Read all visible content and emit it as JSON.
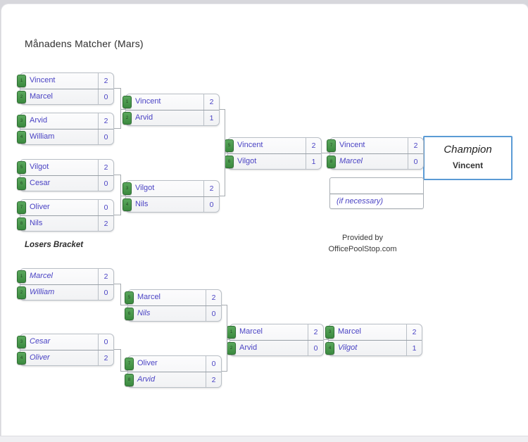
{
  "page": {
    "title": "Månadens Matcher (Mars)",
    "losers_bracket_label": "Losers Bracket",
    "provided_by_line1": "Provided by",
    "provided_by_line2": "OfficePoolStop.com",
    "champion_label": "Champion",
    "champion_name": "Vincent",
    "if_necessary_label": "(if necessary)"
  },
  "colors": {
    "seed_tab_green": "#3b8a3f",
    "player_text": "#4a43c4",
    "champion_border": "#5b9bd5",
    "connector": "#a6abb0"
  },
  "matches": [
    {
      "id": "w1",
      "bracket": "winners",
      "round": 1,
      "slots": [
        {
          "tag": "1",
          "name": "Vincent",
          "score": "2",
          "from_losers": false
        },
        {
          "tag": "2",
          "name": "Marcel",
          "score": "0",
          "from_losers": false
        }
      ]
    },
    {
      "id": "w2",
      "bracket": "winners",
      "round": 1,
      "slots": [
        {
          "tag": "3",
          "name": "Arvid",
          "score": "2",
          "from_losers": false
        },
        {
          "tag": "4",
          "name": "William",
          "score": "0",
          "from_losers": false
        }
      ]
    },
    {
      "id": "w3",
      "bracket": "winners",
      "round": 1,
      "slots": [
        {
          "tag": "5",
          "name": "Vilgot",
          "score": "2",
          "from_losers": false
        },
        {
          "tag": "6",
          "name": "Cesar",
          "score": "0",
          "from_losers": false
        }
      ]
    },
    {
      "id": "w4",
      "bracket": "winners",
      "round": 1,
      "slots": [
        {
          "tag": "7",
          "name": "Oliver",
          "score": "0",
          "from_losers": false
        },
        {
          "tag": "8",
          "name": "Nils",
          "score": "2",
          "from_losers": false
        }
      ]
    },
    {
      "id": "w5",
      "bracket": "winners",
      "round": 2,
      "slots": [
        {
          "tag": "1",
          "name": "Vincent",
          "score": "2",
          "from_losers": false
        },
        {
          "tag": "2",
          "name": "Arvid",
          "score": "1",
          "from_losers": false
        }
      ]
    },
    {
      "id": "w6",
      "bracket": "winners",
      "round": 2,
      "slots": [
        {
          "tag": "3",
          "name": "Vilgot",
          "score": "2",
          "from_losers": false
        },
        {
          "tag": "4",
          "name": "Nils",
          "score": "0",
          "from_losers": false
        }
      ]
    },
    {
      "id": "wf",
      "bracket": "winners",
      "round": 3,
      "slots": [
        {
          "tag": "5",
          "name": "Vincent",
          "score": "2",
          "from_losers": false
        },
        {
          "tag": "6",
          "name": "Vilgot",
          "score": "1",
          "from_losers": false
        }
      ]
    },
    {
      "id": "gf",
      "bracket": "final",
      "round": 4,
      "slots": [
        {
          "tag": "7",
          "name": "Vincent",
          "score": "2",
          "from_losers": false
        },
        {
          "tag": "8",
          "name": "Marcel",
          "score": "0",
          "from_losers": true
        }
      ]
    },
    {
      "id": "l1",
      "bracket": "losers",
      "round": 1,
      "slots": [
        {
          "tag": "1",
          "name": "Marcel",
          "score": "2",
          "from_losers": true
        },
        {
          "tag": "2",
          "name": "William",
          "score": "0",
          "from_losers": true
        }
      ]
    },
    {
      "id": "l2",
      "bracket": "losers",
      "round": 1,
      "slots": [
        {
          "tag": "3",
          "name": "Cesar",
          "score": "0",
          "from_losers": true
        },
        {
          "tag": "4",
          "name": "Oliver",
          "score": "2",
          "from_losers": true
        }
      ]
    },
    {
      "id": "l3",
      "bracket": "losers",
      "round": 2,
      "slots": [
        {
          "tag": "5",
          "name": "Marcel",
          "score": "2",
          "from_losers": false
        },
        {
          "tag": "6",
          "name": "Nils",
          "score": "0",
          "from_losers": true
        }
      ]
    },
    {
      "id": "l4",
      "bracket": "losers",
      "round": 2,
      "slots": [
        {
          "tag": "7",
          "name": "Oliver",
          "score": "0",
          "from_losers": false
        },
        {
          "tag": "8",
          "name": "Arvid",
          "score": "2",
          "from_losers": true
        }
      ]
    },
    {
      "id": "lsf",
      "bracket": "losers",
      "round": 3,
      "slots": [
        {
          "tag": "1",
          "name": "Marcel",
          "score": "2",
          "from_losers": false
        },
        {
          "tag": "2",
          "name": "Arvid",
          "score": "0",
          "from_losers": false
        }
      ]
    },
    {
      "id": "lf",
      "bracket": "losers",
      "round": 4,
      "slots": [
        {
          "tag": "3",
          "name": "Marcel",
          "score": "2",
          "from_losers": false
        },
        {
          "tag": "4",
          "name": "Vilgot",
          "score": "1",
          "from_losers": true
        }
      ]
    }
  ]
}
